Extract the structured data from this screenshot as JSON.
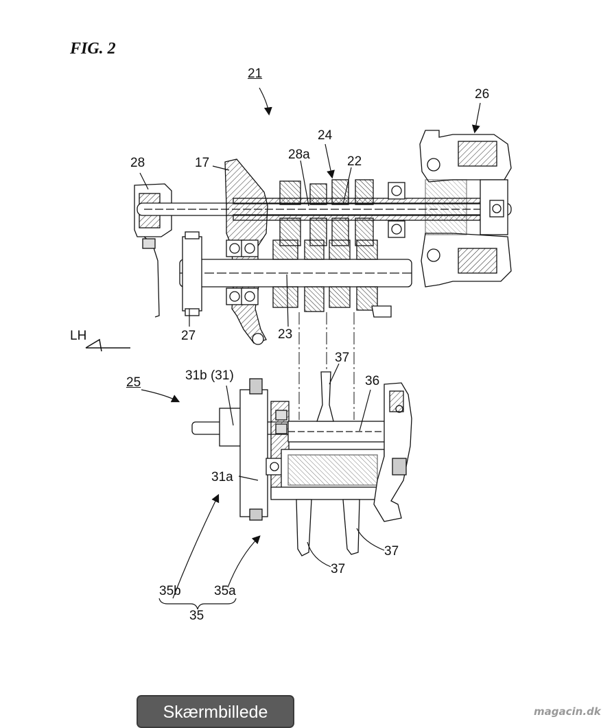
{
  "figure": {
    "title": "FIG. 2",
    "labels": {
      "l21": "21",
      "l26": "26",
      "l24": "24",
      "l28": "28",
      "l17": "17",
      "l28a": "28a",
      "l22": "22",
      "lLH": "LH",
      "l27": "27",
      "l23": "23",
      "l37top": "37",
      "l25": "25",
      "l31b": "31b (31)",
      "l36": "36",
      "l31a": "31a",
      "l37right": "37",
      "l37bottom": "37",
      "l35b": "35b",
      "l35a": "35a",
      "l35": "35"
    }
  },
  "overlay": {
    "screenshot_button": "Skærmbillede",
    "watermark": "magacin.dk"
  }
}
